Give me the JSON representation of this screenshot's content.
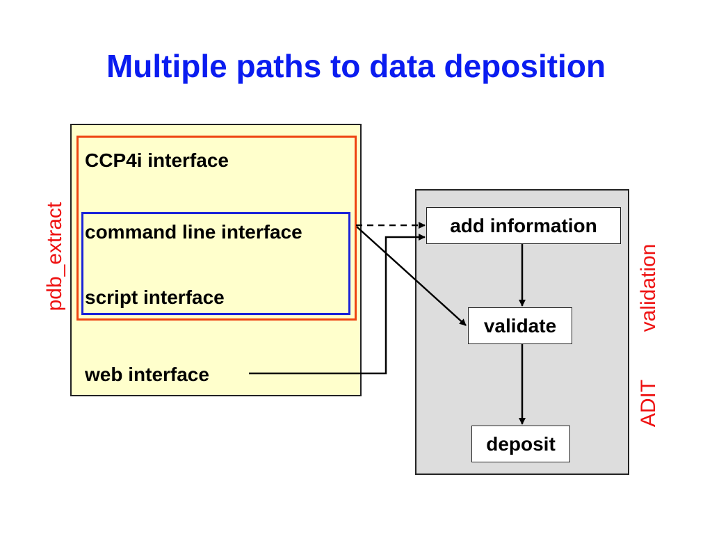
{
  "title": "Multiple paths to data deposition",
  "tools": {
    "ccp4i": "CCP4i interface",
    "command_line": "command line interface",
    "script": "script interface",
    "web": "web interface"
  },
  "side_labels": {
    "left": "pdb_extract",
    "right_validation": "validation",
    "right_adit": "ADIT"
  },
  "steps": {
    "add_information": "add information",
    "validate": "validate",
    "deposit": "deposit"
  },
  "colors": {
    "title": "#0a1cf0",
    "left_panel_fill": "#ffffcc",
    "orange_frame": "#ee4411",
    "blue_frame": "#1a22d8",
    "right_panel_fill": "#dddddd",
    "side_labels": "#ee1111"
  }
}
